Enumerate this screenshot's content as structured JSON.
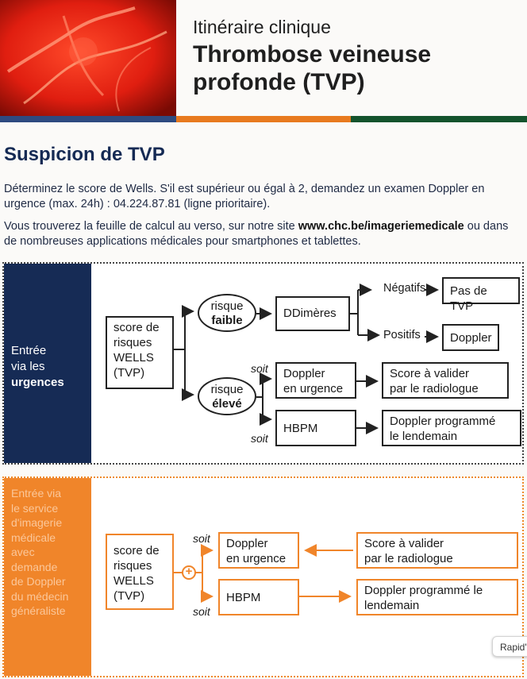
{
  "header": {
    "subtitle": "Itinéraire clinique",
    "title_line1": "Thrombose veineuse",
    "title_line2": "profonde (TVP)"
  },
  "section": {
    "heading": "Suspicion de TVP",
    "para1": "Déterminez le score de Wells. S'il est supérieur ou égal à 2, demandez un examen Doppler en urgence (max. 24h) : 04.224.87.81 (ligne prioritaire).",
    "para2_before": "Vous trouverez la feuille de calcul au verso, sur notre site ",
    "para2_link": "www.chc.be/imageriemedicale",
    "para2_after": " ou dans de nombreuses applications médicales pour smartphones et tablettes."
  },
  "urgences": {
    "side_line1": "Entrée",
    "side_line2": "via les",
    "side_bold": "urgences",
    "score_box": [
      "score de",
      "risques",
      "WELLS",
      "(TVP)"
    ],
    "risk_low": [
      "risque",
      "faible"
    ],
    "risk_high": [
      "risque",
      "élevé"
    ],
    "ddimeres": "DDimères",
    "negatifs": "Négatifs",
    "positifs": "Positifs",
    "pas_de_tvp": "Pas de TVP",
    "doppler": "Doppler",
    "doppler_urgence": [
      "Doppler",
      "en urgence"
    ],
    "score_valider": [
      "Score à valider",
      "par le radiologue"
    ],
    "hbpm": "HBPM",
    "doppler_programme": [
      "Doppler programmé",
      "le lendemain"
    ],
    "soit": "soit"
  },
  "imagerie": {
    "side_lines": [
      "Entrée via",
      "le service",
      "d'imagerie",
      "médicale",
      "avec",
      "demande",
      "de Doppler",
      "du médecin",
      "généraliste"
    ],
    "score_box": [
      "score de",
      "risques",
      "WELLS",
      "(TVP)"
    ],
    "doppler_urgence": [
      "Doppler",
      "en urgence"
    ],
    "score_valider": [
      "Score à valider",
      "par le radiologue"
    ],
    "hbpm": "HBPM",
    "doppler_programme": [
      "Doppler programmé le",
      "lendemain"
    ],
    "soit": "soit",
    "plus_symbol": "+"
  },
  "overlay": {
    "rapid_label": "Rapid'"
  },
  "colors": {
    "navy": "#162b55",
    "orange": "#f0852a",
    "green": "#14532d"
  }
}
